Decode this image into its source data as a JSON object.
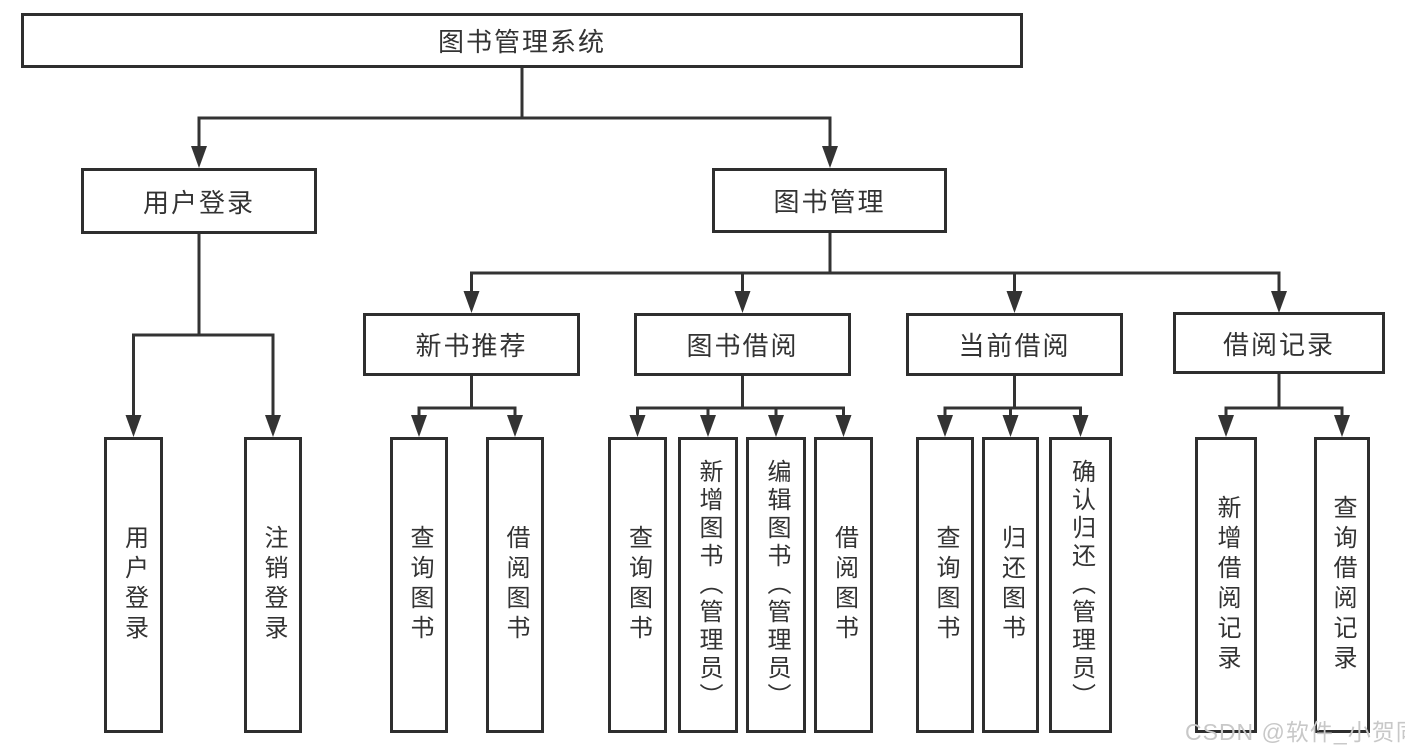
{
  "colors": {
    "line": "#333333",
    "box_border": "#2e2e2e",
    "text": "#333333",
    "watermark": "#c8c8c8",
    "background": "#ffffff"
  },
  "nodes": {
    "root": "图书管理系统",
    "user_login": "用户登录",
    "book_management": "图书管理",
    "new_book_recommend": "新书推荐",
    "book_borrow": "图书借阅",
    "current_borrow": "当前借阅",
    "borrow_records": "借阅记录",
    "ul_user_login": "用户登录",
    "ul_logout": "注销登录",
    "nbr_query_books": "查询图书",
    "nbr_borrow_books": "借阅图书",
    "bb_query_books": "查询图书",
    "bb_add_books": "新增图书（管理员）",
    "bb_edit_books": "编辑图书（管理员）",
    "bb_borrow_books": "借阅图书",
    "cb_query_books": "查询图书",
    "cb_return_books": "归还图书",
    "cb_confirm_return": "确认归还（管理员）",
    "br_add_record": "新增借阅记录",
    "br_query_record": "查询借阅记录"
  },
  "watermark": "CSDN @软件_小贺同学"
}
